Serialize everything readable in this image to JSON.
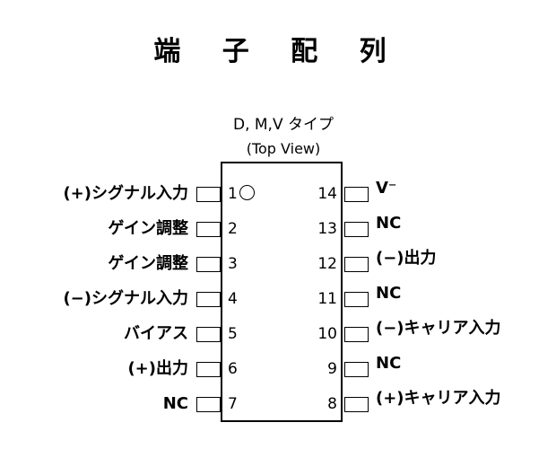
{
  "title": "端 子 配 列",
  "package": "D, M,V タイプ",
  "view": "(Top View)",
  "left_pins": [
    {
      "num": "1",
      "label": "(+)シグナル入力"
    },
    {
      "num": "2",
      "label": "ゲイン調整"
    },
    {
      "num": "3",
      "label": "ゲイン調整"
    },
    {
      "num": "4",
      "label": "(−)シグナル入力"
    },
    {
      "num": "5",
      "label": "バイアス"
    },
    {
      "num": "6",
      "label": "(+)出力"
    },
    {
      "num": "7",
      "label": "NC"
    }
  ],
  "right_pins": [
    {
      "num": "14",
      "label": "V⁻"
    },
    {
      "num": "13",
      "label": "NC"
    },
    {
      "num": "12",
      "label": "(−)出力"
    },
    {
      "num": "11",
      "label": "NC"
    },
    {
      "num": "10",
      "label": "(−)キャリア入力"
    },
    {
      "num": "9",
      "label": "NC"
    },
    {
      "num": "8",
      "label": "(+)キャリア入力"
    }
  ]
}
